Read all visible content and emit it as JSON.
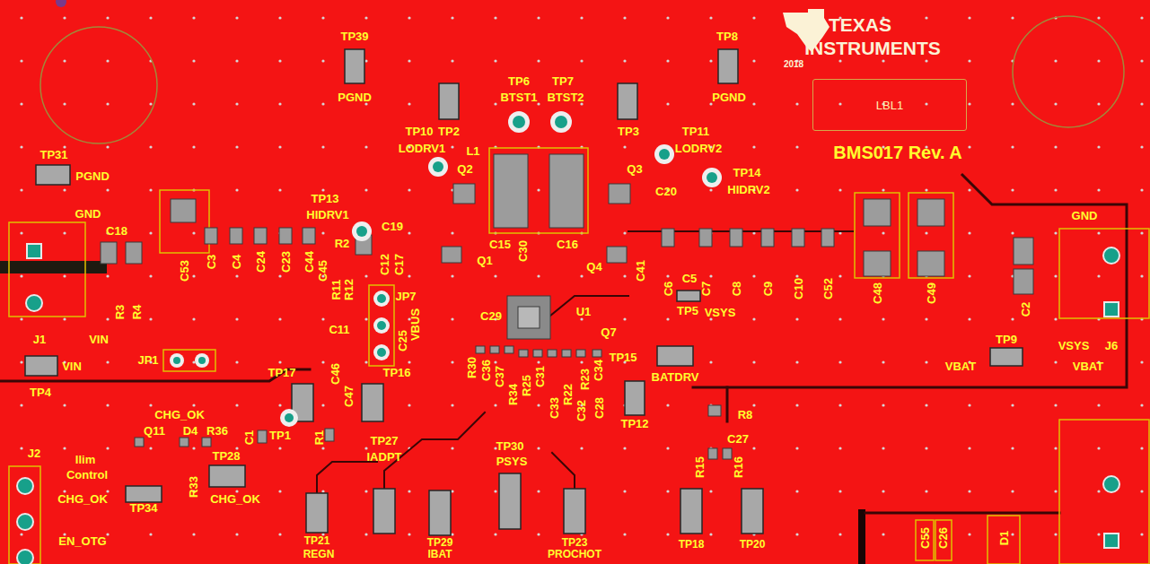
{
  "diagram": {
    "nodes": [
      {
        "text": [
          "LBL1"
        ]
      }
    ],
    "labels": [
      "TP39",
      "PGND",
      "TP8",
      "PGND",
      "2018",
      "TEXAS",
      "INSTRUMENTS",
      "BMS017 Rev. A",
      "TP6",
      "BTST1",
      "TP7",
      "BTST2",
      "TP2",
      "TP3",
      "TP10",
      "LODRV1",
      "TP11",
      "LODRV2",
      "TP14",
      "HIDRV2",
      "L1",
      "Q2",
      "Q3",
      "C20",
      "TP31",
      "PGND",
      "GND",
      "GND",
      "TP13",
      "HIDRV1",
      "C19",
      "C18",
      "R2",
      "C12",
      "C17",
      "C15",
      "C30",
      "C16",
      "Q1",
      "Q4",
      "C41",
      "C5",
      "C6",
      "C7",
      "C8",
      "C9",
      "C10",
      "C52",
      "TP5",
      "VSYS",
      "C48",
      "C49",
      "C2",
      "VSYS",
      "J6",
      "C3",
      "C4",
      "C24",
      "C23",
      "C44",
      "C45",
      "C53",
      "R11",
      "R12",
      "JP7",
      "R3",
      "R4",
      "J1",
      "VIN",
      "C11",
      "C25",
      "VBUS",
      "C29",
      "U1",
      "Q7",
      "TP15",
      "BATDRV",
      "JP1",
      "VIN",
      "TP4",
      "TP17",
      "TP16",
      "C46",
      "C47",
      "R30",
      "C36",
      "C37",
      "R34",
      "R25",
      "C31",
      "C33",
      "R22",
      "C32",
      "R23",
      "C34",
      "C28",
      "TP12",
      "R8",
      "C27",
      "R15",
      "R16",
      "TP18",
      "TP20",
      "TP9",
      "VBAT",
      "VBAT",
      "CHG_OK",
      "Q11",
      "D4",
      "R36",
      "C1",
      "TP1",
      "R1",
      "TP27",
      "IADPT",
      "TP30",
      "PSYS",
      "J2",
      "Ilim",
      "Control",
      "TP34",
      "R33",
      "TP28",
      "CHG_OK",
      "CHG_OK",
      "EN_OTG",
      "TP21",
      "REGN",
      "TP29",
      "IBAT",
      "TP23",
      "PROCHOT",
      "C55",
      "C26",
      "D1"
    ]
  }
}
